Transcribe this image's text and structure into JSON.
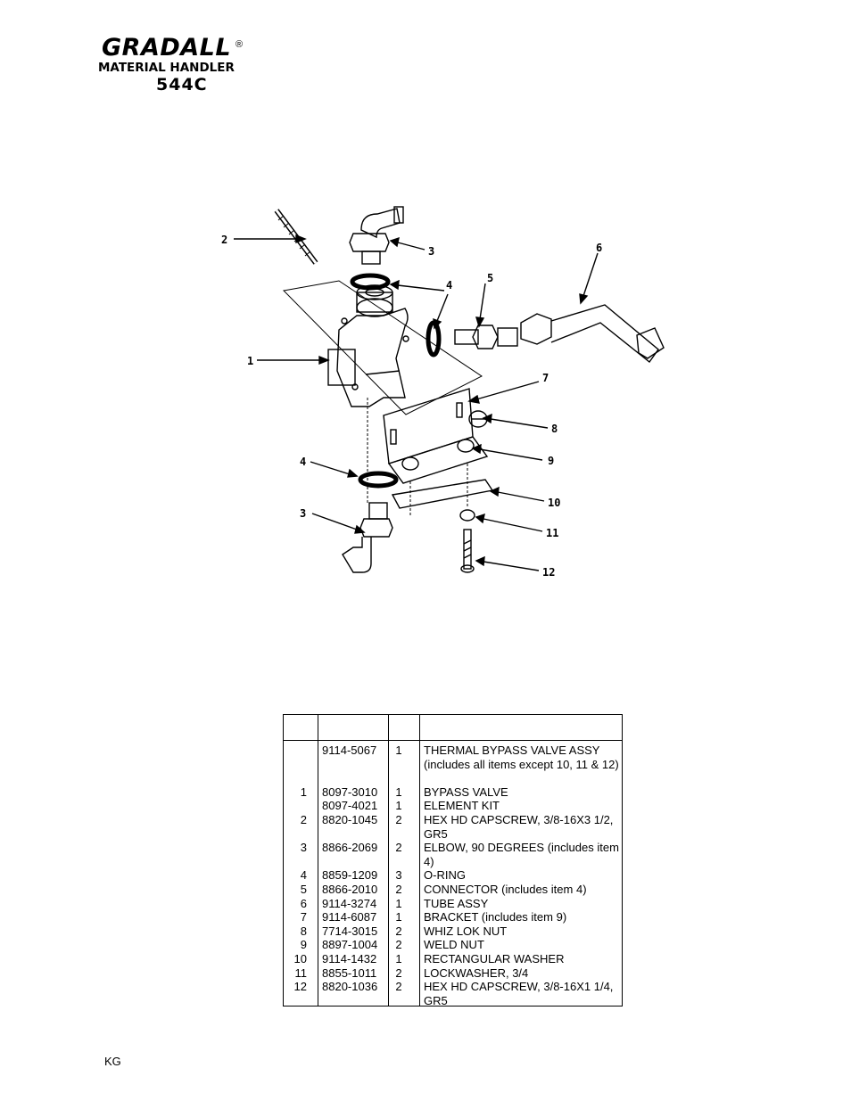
{
  "header": {
    "brand": "GRADALL",
    "registered_mark": "®",
    "subtitle": "MATERIAL HANDLER",
    "model": "544C"
  },
  "diagram": {
    "callouts": [
      "1",
      "2",
      "3",
      "4",
      "5",
      "6",
      "7",
      "8",
      "9",
      "10",
      "11",
      "12",
      "4",
      "3"
    ]
  },
  "parts_table": {
    "header": {
      "item": "",
      "part_no": "",
      "qty": "",
      "description": ""
    },
    "rows": [
      {
        "item": "",
        "part_no": "9114-5067",
        "qty": "1",
        "description": "THERMAL BYPASS VALVE ASSY (includes all items except  10, 11 & 12)"
      },
      {
        "item": "1",
        "part_no": "8097-3010",
        "qty": "1",
        "description": "BYPASS VALVE"
      },
      {
        "item": "",
        "part_no": "8097-4021",
        "qty": "1",
        "description": "ELEMENT KIT"
      },
      {
        "item": "2",
        "part_no": "8820-1045",
        "qty": "2",
        "description": "HEX HD CAPSCREW, 3/8-16X3 1/2, GR5"
      },
      {
        "item": "3",
        "part_no": "8866-2069",
        "qty": "2",
        "description": "ELBOW, 90 DEGREES (includes item 4)"
      },
      {
        "item": "4",
        "part_no": "8859-1209",
        "qty": "3",
        "description": "O-RING"
      },
      {
        "item": "5",
        "part_no": "8866-2010",
        "qty": "2",
        "description": "CONNECTOR (includes item 4)"
      },
      {
        "item": "6",
        "part_no": "9114-3274",
        "qty": "1",
        "description": "TUBE ASSY"
      },
      {
        "item": "7",
        "part_no": "9114-6087",
        "qty": "1",
        "description": "BRACKET (includes item 9)"
      },
      {
        "item": "8",
        "part_no": "7714-3015",
        "qty": "2",
        "description": "WHIZ LOK NUT"
      },
      {
        "item": "9",
        "part_no": "8897-1004",
        "qty": "2",
        "description": "WELD NUT"
      },
      {
        "item": "10",
        "part_no": "9114-1432",
        "qty": "1",
        "description": "RECTANGULAR WASHER"
      },
      {
        "item": "11",
        "part_no": "8855-1011",
        "qty": "2",
        "description": "LOCKWASHER, 3/4"
      },
      {
        "item": "12",
        "part_no": "8820-1036",
        "qty": "2",
        "description": "HEX HD CAPSCREW, 3/8-16X1 1/4, GR5"
      }
    ]
  },
  "footer": {
    "code": "KG"
  }
}
